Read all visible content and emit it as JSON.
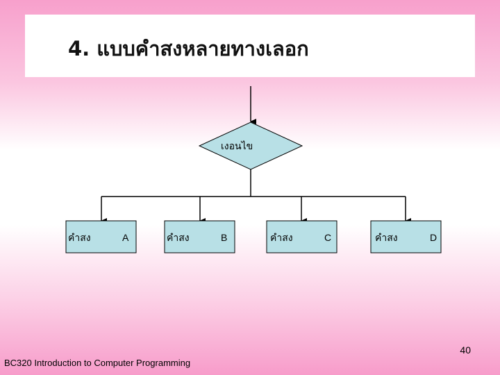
{
  "slide": {
    "title": "4. แบบคำสงหลายทางเลอก",
    "page_number": "40",
    "footer": "BC320 Introduction to Computer Programming"
  },
  "diagram": {
    "condition": "เงอนไข",
    "statements": [
      {
        "label": "คำสง",
        "letter": "A"
      },
      {
        "label": "คำสง",
        "letter": "B"
      },
      {
        "label": "คำสง",
        "letter": "C"
      },
      {
        "label": "คำสง",
        "letter": "D"
      }
    ]
  },
  "colors": {
    "shape_fill": "#b8e0e6",
    "line": "#000000"
  }
}
